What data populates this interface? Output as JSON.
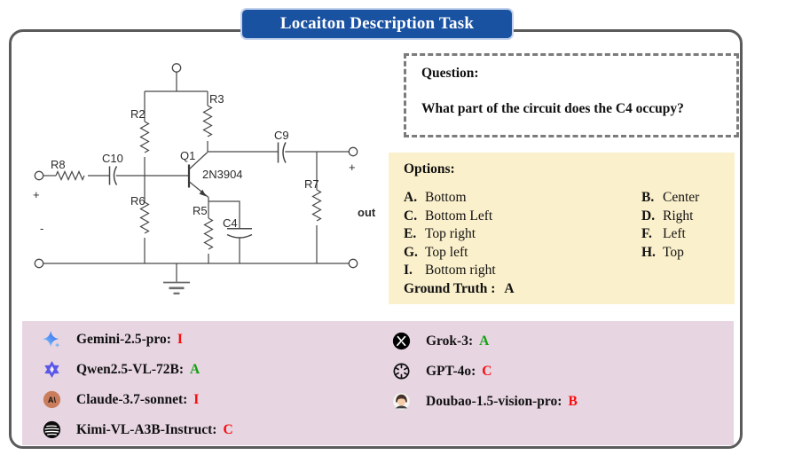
{
  "title": "Locaiton Description Task",
  "question": {
    "heading": "Question:",
    "text": "What part of the circuit does the C4 occupy?"
  },
  "options": {
    "heading": "Options:",
    "items": [
      {
        "letter": "A.",
        "text": "Bottom"
      },
      {
        "letter": "B.",
        "text": "Center"
      },
      {
        "letter": "C.",
        "text": "Bottom Left"
      },
      {
        "letter": "D.",
        "text": "Right"
      },
      {
        "letter": "E.",
        "text": "Top right"
      },
      {
        "letter": "F.",
        "text": "Left"
      },
      {
        "letter": "G.",
        "text": "Top left"
      },
      {
        "letter": "H.",
        "text": "Top"
      },
      {
        "letter": "I.",
        "text": "Bottom right"
      }
    ],
    "ground_truth_label": "Ground Truth :",
    "ground_truth": "A"
  },
  "results": {
    "left": [
      {
        "model": "Gemini-2.5-pro:",
        "answer": "I",
        "correct": false,
        "icon": "gemini-icon"
      },
      {
        "model": "Qwen2.5-VL-72B:",
        "answer": "A",
        "correct": true,
        "icon": "qwen-icon"
      },
      {
        "model": "Claude-3.7-sonnet:",
        "answer": "I",
        "correct": false,
        "icon": "claude-icon"
      },
      {
        "model": "Kimi-VL-A3B-Instruct:",
        "answer": "C",
        "correct": false,
        "icon": "kimi-icon"
      }
    ],
    "right": [
      {
        "model": "Grok-3:",
        "answer": "A",
        "correct": true,
        "icon": "grok-icon"
      },
      {
        "model": "GPT-4o:",
        "answer": "C",
        "correct": false,
        "icon": "gpt-icon"
      },
      {
        "model": "Doubao-1.5-vision-pro:",
        "answer": "B",
        "correct": false,
        "icon": "doubao-icon"
      }
    ]
  },
  "circuit": {
    "labels": {
      "r2": "R2",
      "r3": "R3",
      "r5": "R5",
      "r6": "R6",
      "r7": "R7",
      "r8": "R8",
      "c4": "C4",
      "c9": "C9",
      "c10": "C10",
      "q1": "Q1",
      "transistor_part": "2N3904",
      "out": "out",
      "plus": "+",
      "minus": "-"
    }
  },
  "icon_glyphs": {
    "claude": "A\\",
    "grok": "X"
  },
  "colors": {
    "banner_bg": "#1a52a2",
    "banner_text": "#ffffff",
    "correct": "#12a212",
    "incorrect": "#f90b0b",
    "options_bg": "#fbf0cc",
    "results_bg": "#e7d5e2",
    "frame_border": "#5b5b5b"
  }
}
